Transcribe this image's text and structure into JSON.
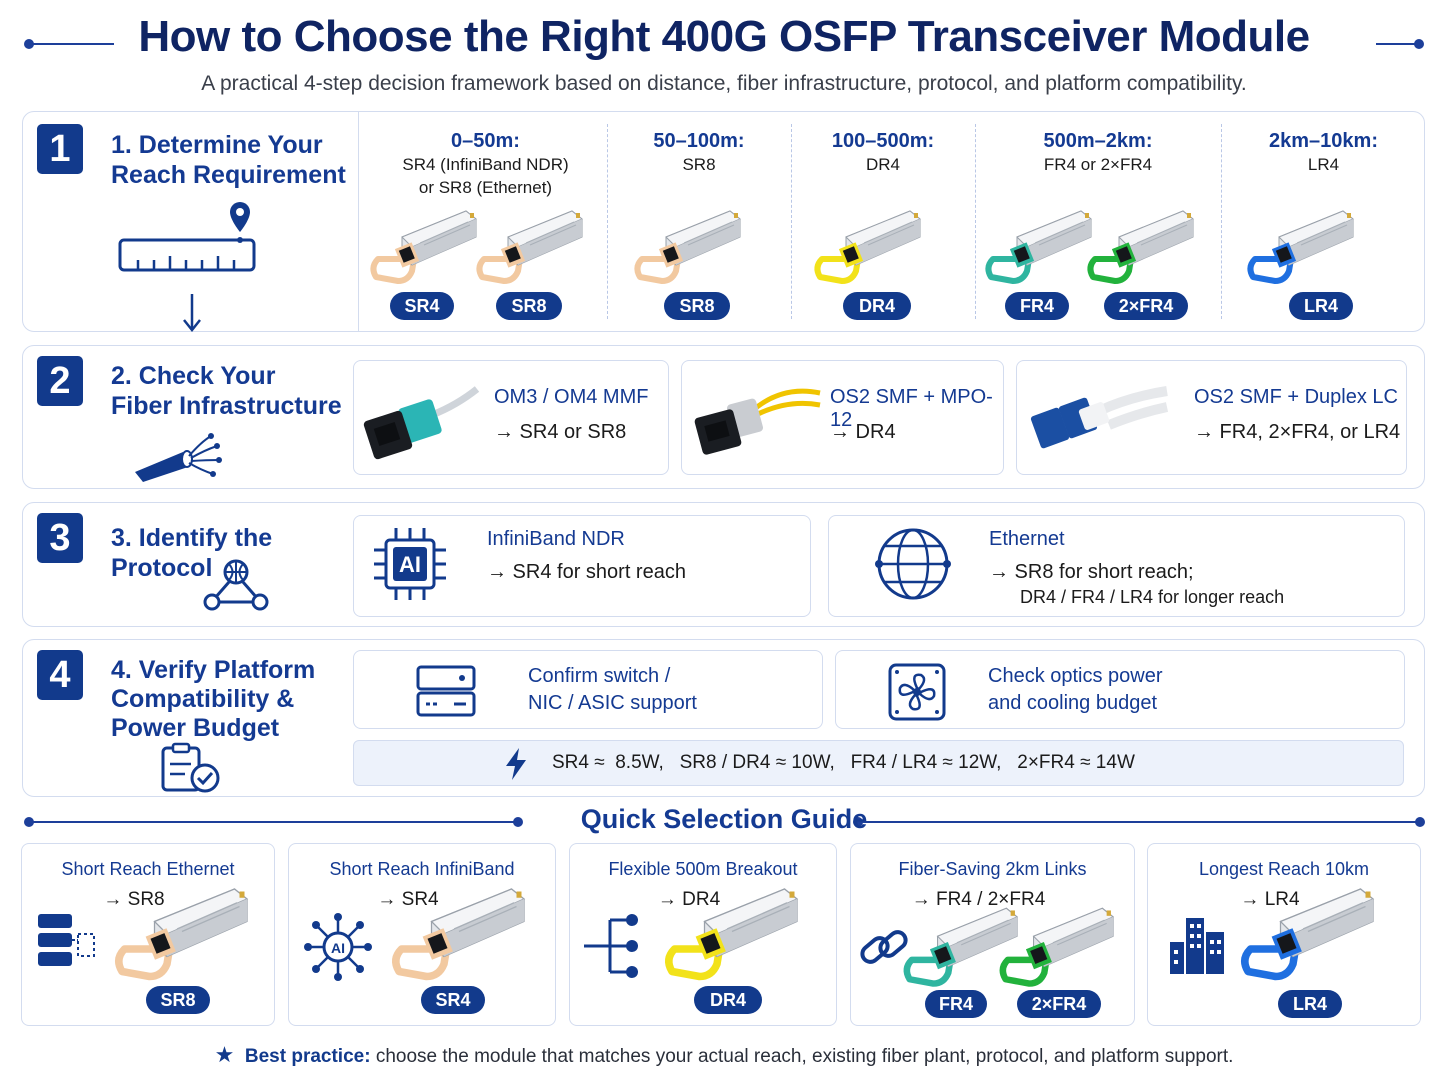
{
  "header": {
    "title": "How to Choose the Right 400G OSFP Transceiver Module",
    "subtitle": "A practical 4-step decision framework based on distance, fiber infrastructure, protocol, and platform compatibility."
  },
  "colors": {
    "navy": "#123a8c",
    "sr_pull": "#f2c9a0",
    "dr_pull": "#f2e21a",
    "fr4_pull": "#2fb5a0",
    "fr4x2_pull": "#22b23c",
    "lr4_pull": "#1f6fe0"
  },
  "step1": {
    "badge": "1",
    "title_line1": "1.  Determine Your",
    "title_line2": "Reach Requirement",
    "ranges": [
      {
        "head": "0–50m:",
        "sub1": "SR4 (InfiniBand NDR)",
        "sub2": "or SR8 (Ethernet)",
        "pills": [
          "SR4",
          "SR8"
        ]
      },
      {
        "head": "50–100m:",
        "sub1": "SR8",
        "sub2": "",
        "pills": [
          "SR8"
        ]
      },
      {
        "head": "100–500m:",
        "sub1": "DR4",
        "sub2": "",
        "pills": [
          "DR4"
        ]
      },
      {
        "head": "500m–2km:",
        "sub1": "FR4 or 2×FR4",
        "sub2": "",
        "pills": [
          "FR4",
          "2×FR4"
        ]
      },
      {
        "head": "2km–10km:",
        "sub1": "LR4",
        "sub2": "",
        "pills": [
          "LR4"
        ]
      }
    ]
  },
  "step2": {
    "badge": "2",
    "title_line1": "2. Check Your",
    "title_line2": "Fiber Infrastructure",
    "cards": [
      {
        "title": "OM3 / OM4 MMF",
        "arrow": "→  SR4 or SR8"
      },
      {
        "title": "OS2 SMF + MPO-12",
        "arrow": "→  DR4"
      },
      {
        "title": "OS2 SMF + Duplex LC",
        "arrow": "→  FR4, 2×FR4, or LR4"
      }
    ]
  },
  "step3": {
    "badge": "3",
    "title_line1": "3. Identify the",
    "title_line2": "Protocol",
    "cards": [
      {
        "icon_text": "AI",
        "title": "InfiniBand NDR",
        "arrow": "→  SR4 for short reach",
        "arrow2": ""
      },
      {
        "icon_text": "",
        "title": "Ethernet",
        "arrow": "→  SR8 for short reach;",
        "arrow2": "DR4 / FR4 / LR4 for longer reach"
      }
    ]
  },
  "step4": {
    "badge": "4",
    "title_line1": "4. Verify Platform",
    "title_line2": "Compatibility &",
    "title_line3": "Power Budget",
    "cards": [
      {
        "line1": "Confirm switch /",
        "line2": "NIC / ASIC support"
      },
      {
        "line1": "Check optics power",
        "line2": "and cooling budget"
      }
    ],
    "power_budget": "SR4 ≈  8.5W,   SR8 / DR4 ≈ 10W,   FR4 / LR4 ≈ 12W,   2×FR4 ≈ 14W"
  },
  "guide": {
    "title": "Quick Selection Guide",
    "cards": [
      {
        "title": "Short Reach Ethernet",
        "arrow": "→  SR8",
        "pills": [
          "SR8"
        ]
      },
      {
        "title": "Short Reach InfiniBand",
        "arrow": "→  SR4",
        "pills": [
          "SR4"
        ],
        "icon_text": "AI"
      },
      {
        "title": "Flexible 500m Breakout",
        "arrow": "→  DR4",
        "pills": [
          "DR4"
        ]
      },
      {
        "title": "Fiber-Saving 2km Links",
        "arrow": "→  FR4 / 2×FR4",
        "pills": [
          "FR4",
          "2×FR4"
        ]
      },
      {
        "title": "Longest Reach 10km",
        "arrow": "→  LR4",
        "pills": [
          "LR4"
        ]
      }
    ]
  },
  "footer": {
    "label": "Best practice:",
    "text": " choose the module that matches your actual reach, existing fiber plant, protocol, and platform support."
  }
}
